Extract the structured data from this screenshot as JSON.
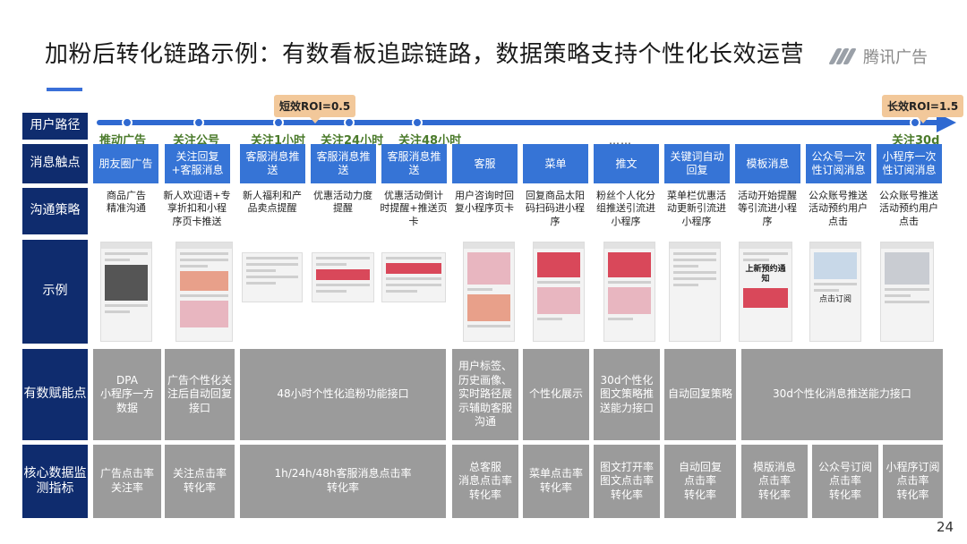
{
  "title": "加粉后转化链路示例：有数看板追踪链路，数据策略支持个性化长效运营",
  "brand": {
    "name": "腾讯广告"
  },
  "row_labels": {
    "path": "用户路径",
    "touch": "消息触点",
    "strategy": "沟通策略",
    "example": "示例",
    "enable": "有数赋能点",
    "metrics": "核心数据监测指标"
  },
  "roi": {
    "short": "短效ROI=0.5",
    "long": "长效ROI=1.5"
  },
  "stages": {
    "push_ad": "推动广告",
    "follow": "关注公号",
    "h1": "关注1小时",
    "h24": "关注24小时",
    "h48": "关注48小时",
    "ellipsis": "……",
    "d30": "关注30d"
  },
  "touchpoints": [
    "朋友圈广告",
    "关注回复+客服消息",
    "客服消息推送",
    "客服消息推送",
    "客服消息推送",
    "客服",
    "菜单",
    "推文",
    "关键词自动回复",
    "模板消息",
    "公众号一次性订阅消息",
    "小程序一次性订阅消息"
  ],
  "strategies": [
    "商品广告\n精准沟通",
    "新人欢迎语+专享折扣和小程序页卡推送",
    "新人福利和产品卖点提醒",
    "优惠活动力度提醒",
    "优惠活动倒计时提醒+推送页卡",
    "用户咨询时回复小程序页卡",
    "回复商品太阳码扫码进小程序",
    "粉丝个人化分组推送引流进小程序",
    "菜单栏优惠活动更新引流进小程序",
    "活动开始提醒等引流进小程序",
    "公众账号推送活动预约用户点击",
    "公众账号推送活动预约用户点击"
  ],
  "examples": {
    "notice_title": "上新预约通知",
    "click": "点击订阅"
  },
  "enable": {
    "dpa": "DPA\n小程序一方数据",
    "welcome": "广告个性化关注后自动回复接口",
    "h48": "48小时个性化追粉功能接口",
    "cs": "用户标签、历史画像、实时路径展示辅助客服沟通",
    "menu": "个性化展示",
    "article": "30d个性化图文策略推送能力接口",
    "auto": "自动回复策略",
    "d30": "30d个性化消息推送能力接口"
  },
  "metrics": {
    "ad": "广告点击率\n关注率",
    "follow": "关注点击率\n转化率",
    "cs_push": "1h/24h/48h客服消息点击率\n转化率",
    "cs": "总客服\n消息点击率\n转化率",
    "menu": "菜单点击率\n转化率",
    "article": "图文打开率\n图文点击率\n转化率",
    "auto": "自动回复\n点击率\n转化率",
    "template": "模版消息\n点击率\n转化率",
    "sub": "公众号订阅\n点击率\n转化率",
    "mini": "小程序订阅\n点击率\n转化率"
  },
  "page_number": "24",
  "colors": {
    "navy": "#0f2c6e",
    "blue": "#3674d6",
    "line": "#2f69d1",
    "gray": "#9b9b9b",
    "roi": "#f2c89a",
    "stage": "#4a7a2a"
  }
}
